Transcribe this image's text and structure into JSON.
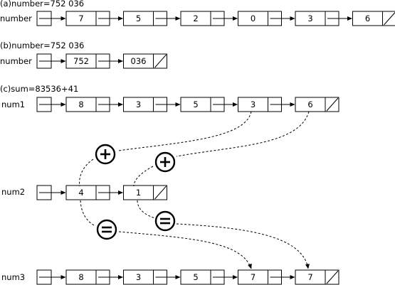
{
  "captions": {
    "a": "(a)number=752 036",
    "b": "(b)number=752 036",
    "c": "(c)sum=83536+41"
  },
  "lists": {
    "a": {
      "label": "number",
      "values": [
        "7",
        "5",
        "2",
        "0",
        "3",
        "6"
      ]
    },
    "b": {
      "label": "number",
      "values": [
        "752",
        "036"
      ]
    },
    "num1": {
      "label": "num1",
      "values": [
        "8",
        "3",
        "5",
        "3",
        "6"
      ]
    },
    "num2": {
      "label": "num2",
      "values": [
        "4",
        "1"
      ]
    },
    "num3": {
      "label": "num3",
      "values": [
        "8",
        "3",
        "5",
        "7",
        "7"
      ]
    }
  },
  "operators": {
    "plus_symbol": "plus",
    "equals_symbol": "equals"
  }
}
